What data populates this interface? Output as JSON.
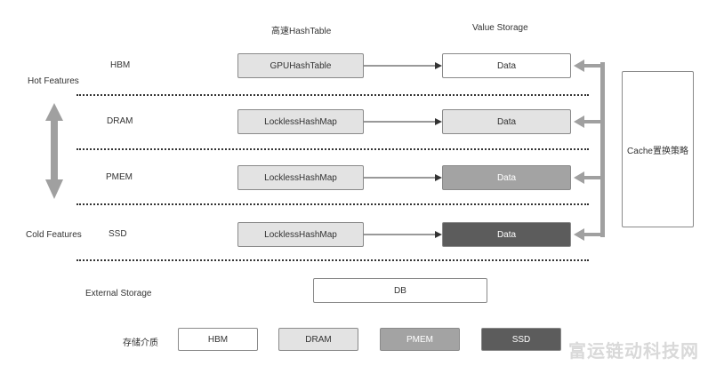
{
  "headers": {
    "hashtable": "高速HashTable",
    "storage": "Value Storage"
  },
  "labels": {
    "hot": "Hot Features",
    "cold": "Cold Features",
    "external": "External Storage",
    "legend_title": "存储介质"
  },
  "rows": [
    {
      "tier": "HBM",
      "map": "GPUHashTable",
      "data": "Data",
      "fill": "#ffffff"
    },
    {
      "tier": "DRAM",
      "map": "LocklessHashMap",
      "data": "Data",
      "fill": "#e3e3e3"
    },
    {
      "tier": "PMEM",
      "map": "LocklessHashMap",
      "data": "Data",
      "fill": "#a3a3a3"
    },
    {
      "tier": "SSD",
      "map": "LocklessHashMap",
      "data": "Data",
      "fill": "#5c5c5c"
    }
  ],
  "cache_policy": "Cache置换策略",
  "db": "DB",
  "legend": [
    {
      "label": "HBM",
      "fill": "#ffffff"
    },
    {
      "label": "DRAM",
      "fill": "#e3e3e3"
    },
    {
      "label": "PMEM",
      "fill": "#a3a3a3"
    },
    {
      "label": "SSD",
      "fill": "#5c5c5c"
    }
  ],
  "map_fill": "#e3e3e3",
  "arrow_gray": "#a0a0a0",
  "watermark": "富运链动科技网"
}
